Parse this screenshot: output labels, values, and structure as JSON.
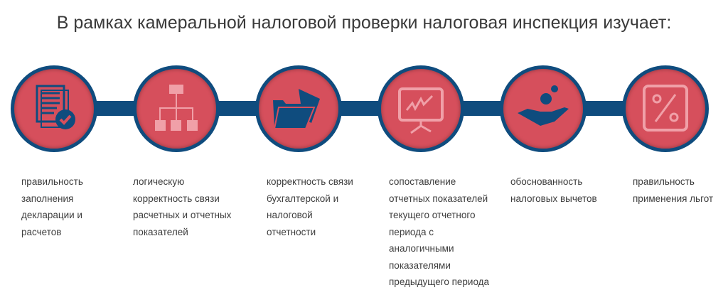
{
  "title": "В рамках камеральной налоговой проверки налоговая инспекция изучает:",
  "colors": {
    "circle": "#d64f5c",
    "ring": "#0f4c7e",
    "icon_light": "#f0a0a8"
  },
  "items": [
    {
      "icon": "document-check-icon",
      "text": "правильность\nзаполнения\nдекларации и\nрасчетов"
    },
    {
      "icon": "hierarchy-icon",
      "text": "логическую\nкорректность связи\nрасчетных и отчетных\nпоказателей"
    },
    {
      "icon": "folder-icon",
      "text": "корректность связи\nбухгалтерской и\nналоговой\nотчетности"
    },
    {
      "icon": "chart-board-icon",
      "text": "сопоставление\nотчетных показателей\nтекущего отчетного\nпериода с\nаналогичными\nпоказателями\nпредыдущего периода"
    },
    {
      "icon": "hand-coins-icon",
      "text": "обоснованность\nналоговых вычетов"
    },
    {
      "icon": "percent-icon",
      "text": "правильность\nприменения льгот"
    }
  ]
}
